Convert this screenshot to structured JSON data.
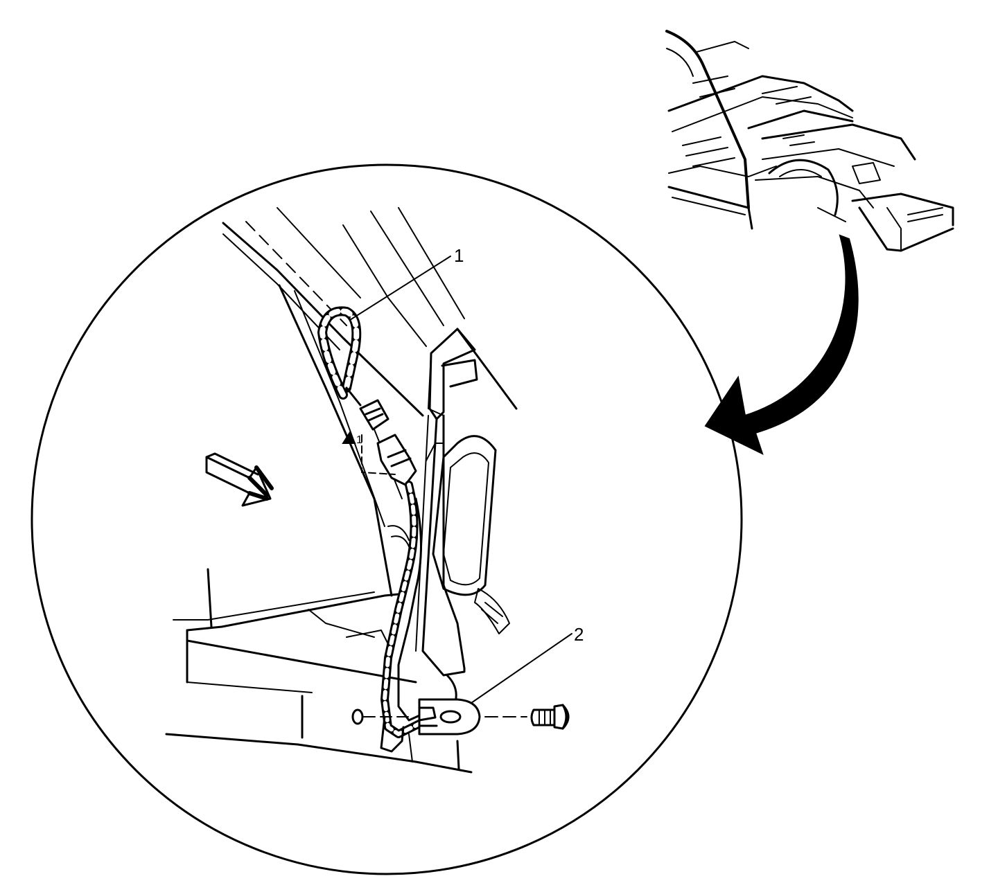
{
  "callouts": [
    {
      "id": "1",
      "label": "1"
    },
    {
      "id": "2",
      "label": "2"
    }
  ],
  "connector_reference": "1",
  "colors": {
    "ink": "#000000",
    "background": "#ffffff"
  }
}
